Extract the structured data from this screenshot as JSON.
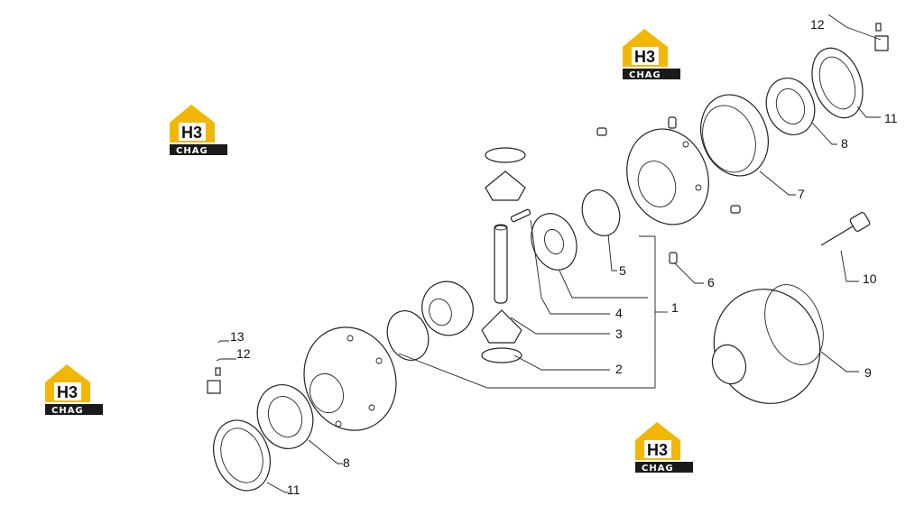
{
  "watermark": {
    "mark": "H3",
    "text": "CHAG",
    "color_yellow": "#F2B705",
    "color_dark": "#1a1a1a"
  },
  "callouts": {
    "c1": "1",
    "c2": "2",
    "c3": "3",
    "c4": "4",
    "c5": "5",
    "c6": "6",
    "c7": "7",
    "c8a": "8",
    "c8b": "8",
    "c9": "9",
    "c10": "10",
    "c11a": "11",
    "c11b": "11",
    "c12a": "12",
    "c12b": "12",
    "c13": "13"
  }
}
